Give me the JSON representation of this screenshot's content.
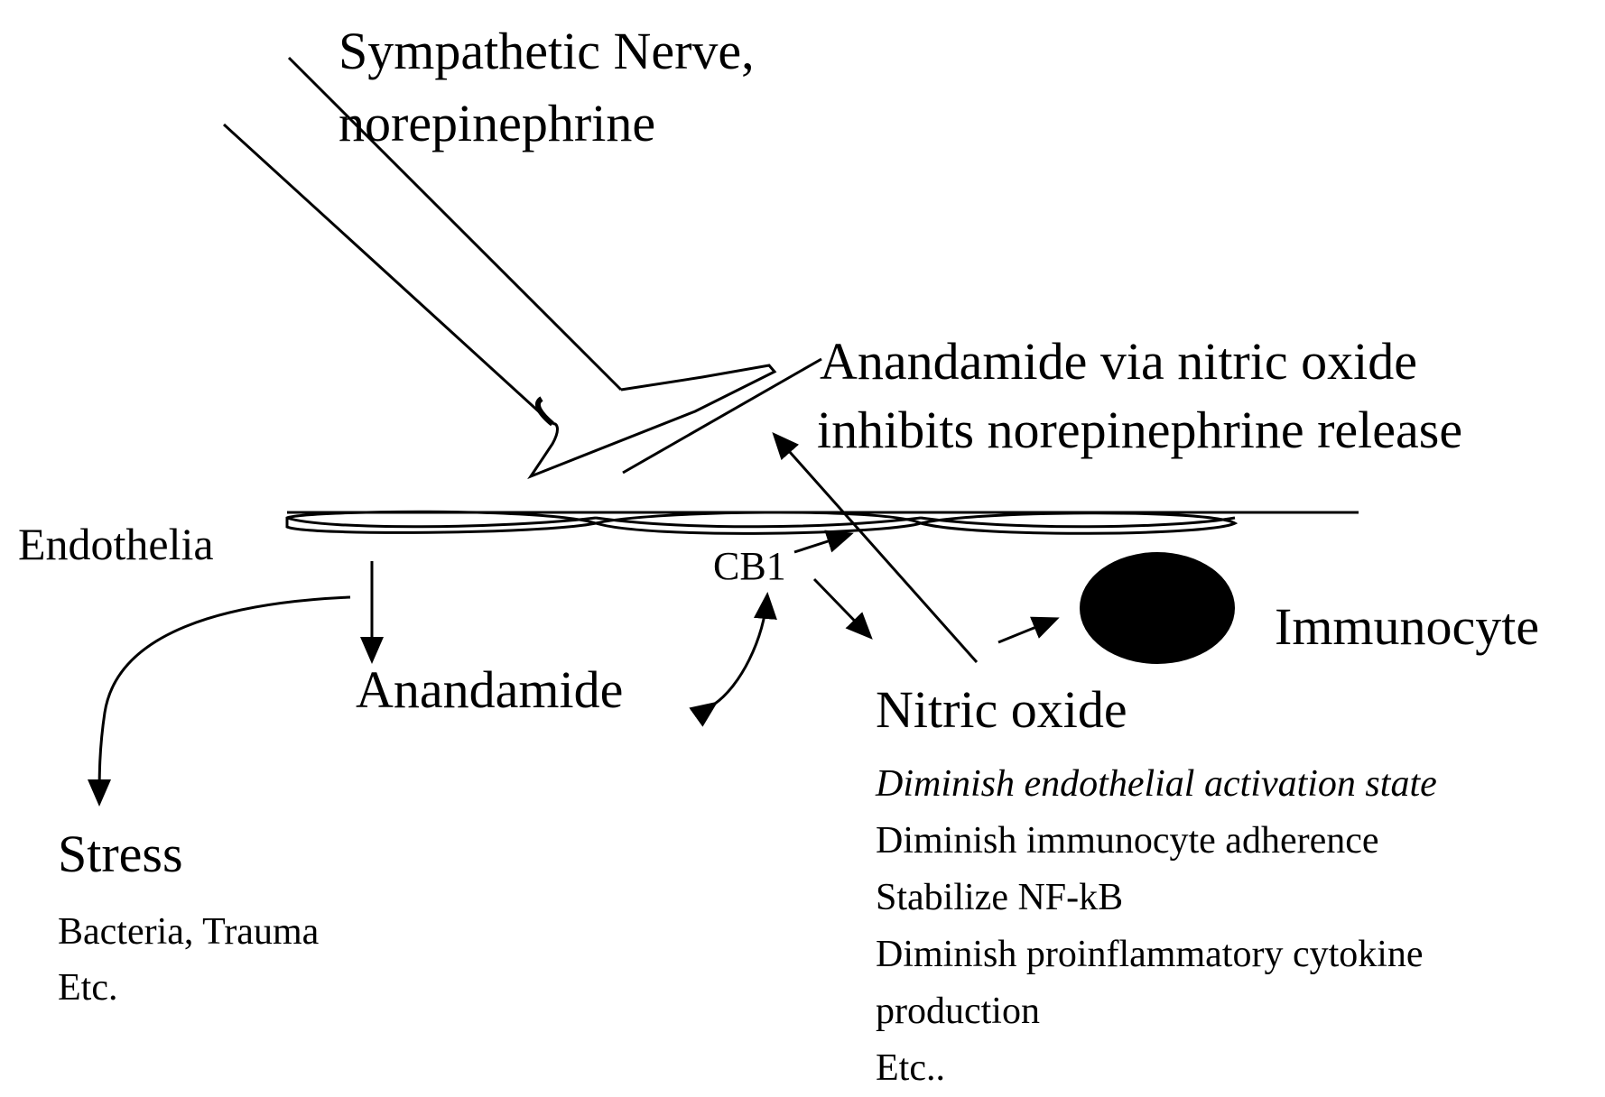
{
  "labels": {
    "nerve_line1": "Sympathetic Nerve,",
    "nerve_line2": "norepinephrine",
    "inhibit_line1": "Anandamide via nitric oxide",
    "inhibit_line2": "inhibits norepinephrine release",
    "endothelia": "Endothelia",
    "cb1": "CB1",
    "immunocyte": "Immunocyte",
    "anandamide": "Anandamide",
    "nitric_oxide": "Nitric oxide",
    "stress": "Stress",
    "stress_causes": [
      "Bacteria, Trauma",
      "Etc."
    ],
    "no_effects": [
      "Diminish endothelial activation state",
      "Diminish immunocyte adherence",
      "Stabilize NF-kB",
      "Diminish proinflammatory cytokine",
      "production",
      "Etc.."
    ]
  },
  "colors": {
    "ink": "#000000",
    "background": "#ffffff",
    "immunocyte_fill": "#000000"
  }
}
